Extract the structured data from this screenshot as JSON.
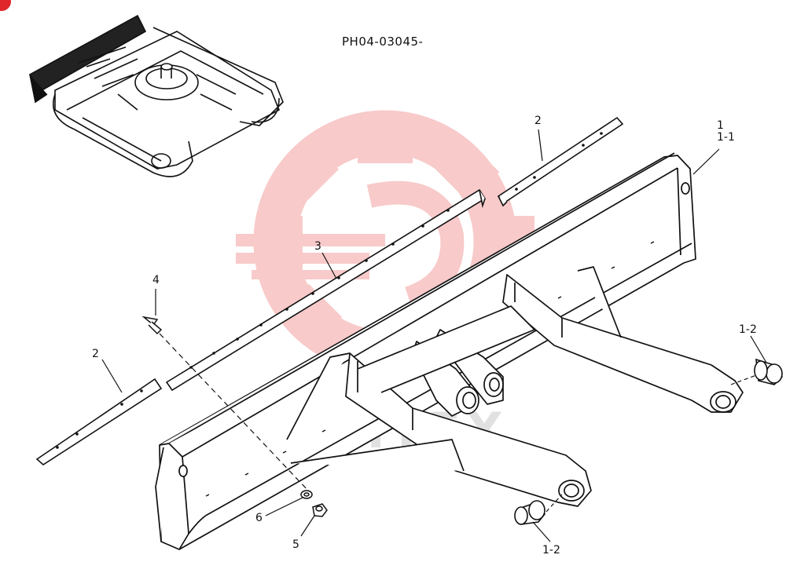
{
  "drawing": {
    "code": "PH04-03045-",
    "watermark_text": "MHTEX",
    "colors": {
      "line": "#111111",
      "watermark": "#f07a7a",
      "corner_badge": "#e0262b"
    }
  },
  "callouts": [
    {
      "id": "c-1",
      "text": "1"
    },
    {
      "id": "c-1-1",
      "text": "1-1"
    },
    {
      "id": "c-2-top",
      "text": "2"
    },
    {
      "id": "c-2-left",
      "text": "2"
    },
    {
      "id": "c-3",
      "text": "3"
    },
    {
      "id": "c-4",
      "text": "4"
    },
    {
      "id": "c-1-2-r",
      "text": "1-2"
    },
    {
      "id": "c-1-2-b",
      "text": "1-2"
    },
    {
      "id": "c-5",
      "text": "5"
    },
    {
      "id": "c-6",
      "text": "6"
    }
  ]
}
